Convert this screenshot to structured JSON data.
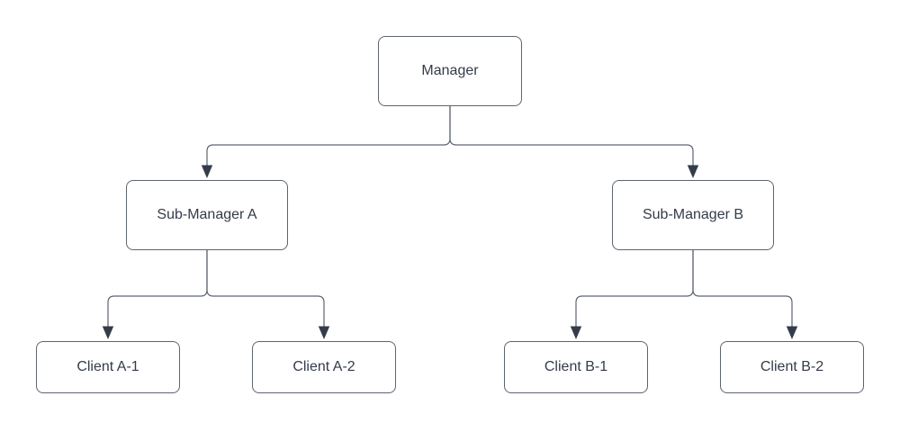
{
  "diagram": {
    "type": "org-chart",
    "nodes": [
      {
        "id": "manager",
        "label": "Manager",
        "level": 0
      },
      {
        "id": "sub-manager-a",
        "label": "Sub-Manager A",
        "level": 1
      },
      {
        "id": "sub-manager-b",
        "label": "Sub-Manager B",
        "level": 1
      },
      {
        "id": "client-a1",
        "label": "Client A-1",
        "level": 2
      },
      {
        "id": "client-a2",
        "label": "Client A-2",
        "level": 2
      },
      {
        "id": "client-b1",
        "label": "Client B-1",
        "level": 2
      },
      {
        "id": "client-b2",
        "label": "Client B-2",
        "level": 2
      }
    ],
    "edges": [
      {
        "from": "manager",
        "to": "sub-manager-a",
        "arrow": "triangle-down"
      },
      {
        "from": "manager",
        "to": "sub-manager-b",
        "arrow": "triangle-down"
      },
      {
        "from": "sub-manager-a",
        "to": "client-a1",
        "arrow": "triangle-down"
      },
      {
        "from": "sub-manager-a",
        "to": "client-a2",
        "arrow": "triangle-down"
      },
      {
        "from": "sub-manager-b",
        "to": "client-b1",
        "arrow": "triangle-down"
      },
      {
        "from": "sub-manager-b",
        "to": "client-b2",
        "arrow": "triangle-down"
      }
    ],
    "colors": {
      "background": "#ffffff",
      "node_fill": "#ffffff",
      "node_border": "#5d6470",
      "connector": "#5d6470",
      "arrowhead": "#343c49",
      "text": "#333b4a"
    }
  }
}
